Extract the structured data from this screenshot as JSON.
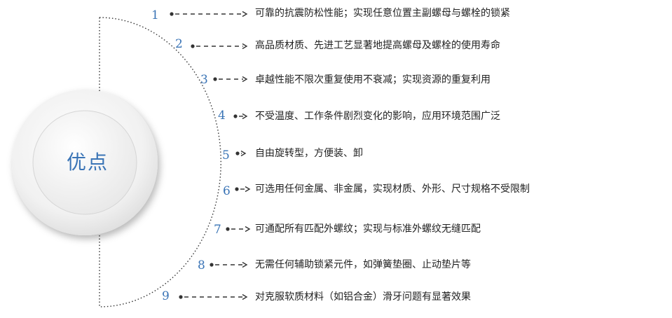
{
  "center": {
    "label": "优点"
  },
  "colors": {
    "number": "#3a74b6",
    "label": "#3a74b6",
    "text": "#222222",
    "line": "#333333"
  },
  "points": [
    {
      "number": "1",
      "text": "可靠的抗震防松性能；实现任意位置主副螺母与螺栓的锁紧"
    },
    {
      "number": "2",
      "text": "高品质材质、先进工艺显著地提高螺母及螺栓的使用寿命"
    },
    {
      "number": "3",
      "text": "卓越性能不限次重复使用不衰减；实现资源的重复利用"
    },
    {
      "number": "4",
      "text": "不受温度、工作条件剧烈变化的影响，应用环境范围广泛"
    },
    {
      "number": "5",
      "text": "自由旋转型，方便装、卸"
    },
    {
      "number": "6",
      "text": "可选用任何金属、非金属，实现材质、外形、尺寸规格不受限制"
    },
    {
      "number": "7",
      "text": "可通配所有匹配外螺纹；实现与标准外螺纹无缝匹配"
    },
    {
      "number": "8",
      "text": "无需任何辅助锁紧元件，如弹簧垫圈、止动垫片等"
    },
    {
      "number": "9",
      "text": "对克服软质材料（如铝合金）滑牙问题有显著效果"
    }
  ]
}
